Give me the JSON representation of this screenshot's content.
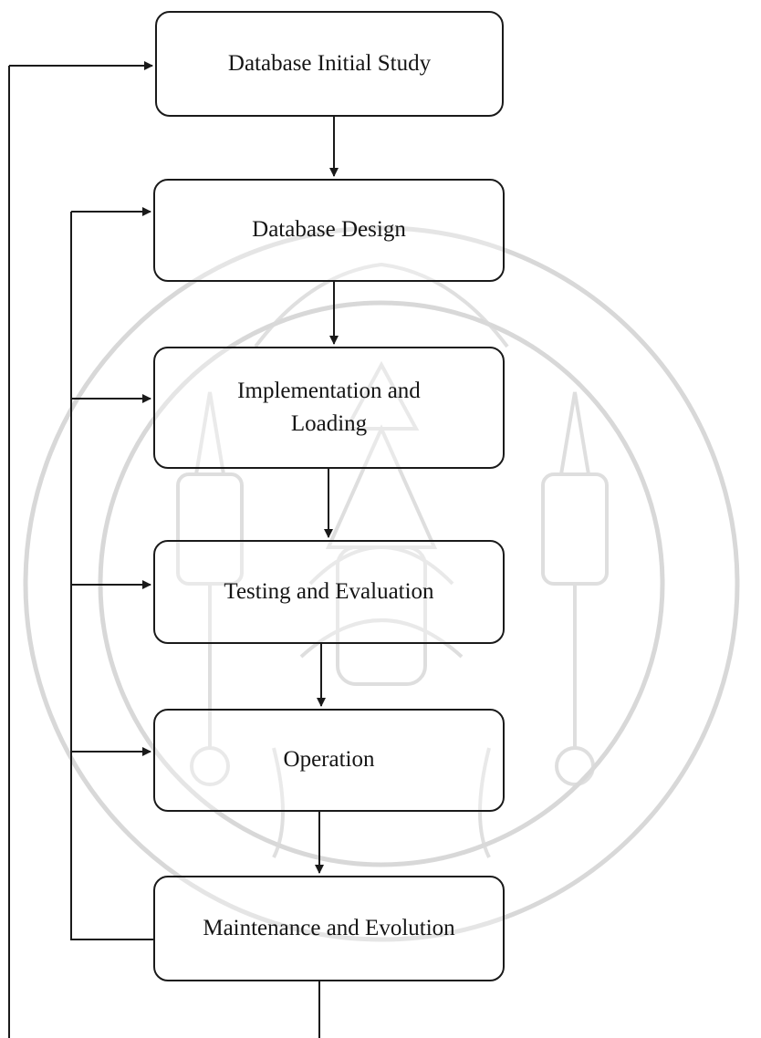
{
  "diagram": {
    "stages": [
      {
        "id": "initial",
        "label": "Database Initial Study"
      },
      {
        "id": "design",
        "label": "Database Design"
      },
      {
        "id": "implementation",
        "label": "Implementation and Loading"
      },
      {
        "id": "testing",
        "label": "Testing and Evaluation"
      },
      {
        "id": "operation",
        "label": "Operation"
      },
      {
        "id": "maintenance",
        "label": "Maintenance and Evolution"
      }
    ],
    "flow": [
      {
        "from": "initial",
        "to": "design"
      },
      {
        "from": "design",
        "to": "implementation"
      },
      {
        "from": "implementation",
        "to": "testing"
      },
      {
        "from": "testing",
        "to": "operation"
      },
      {
        "from": "operation",
        "to": "maintenance"
      }
    ],
    "feedback": [
      {
        "from": "maintenance",
        "to": "design"
      },
      {
        "from": "maintenance",
        "to": "implementation"
      },
      {
        "from": "maintenance",
        "to": "testing"
      },
      {
        "from": "maintenance",
        "to": "operation"
      },
      {
        "from": "maintenance",
        "to": "initial"
      }
    ],
    "colors": {
      "line": "#1a1a1a",
      "watermark": "#cfcfcf"
    }
  }
}
